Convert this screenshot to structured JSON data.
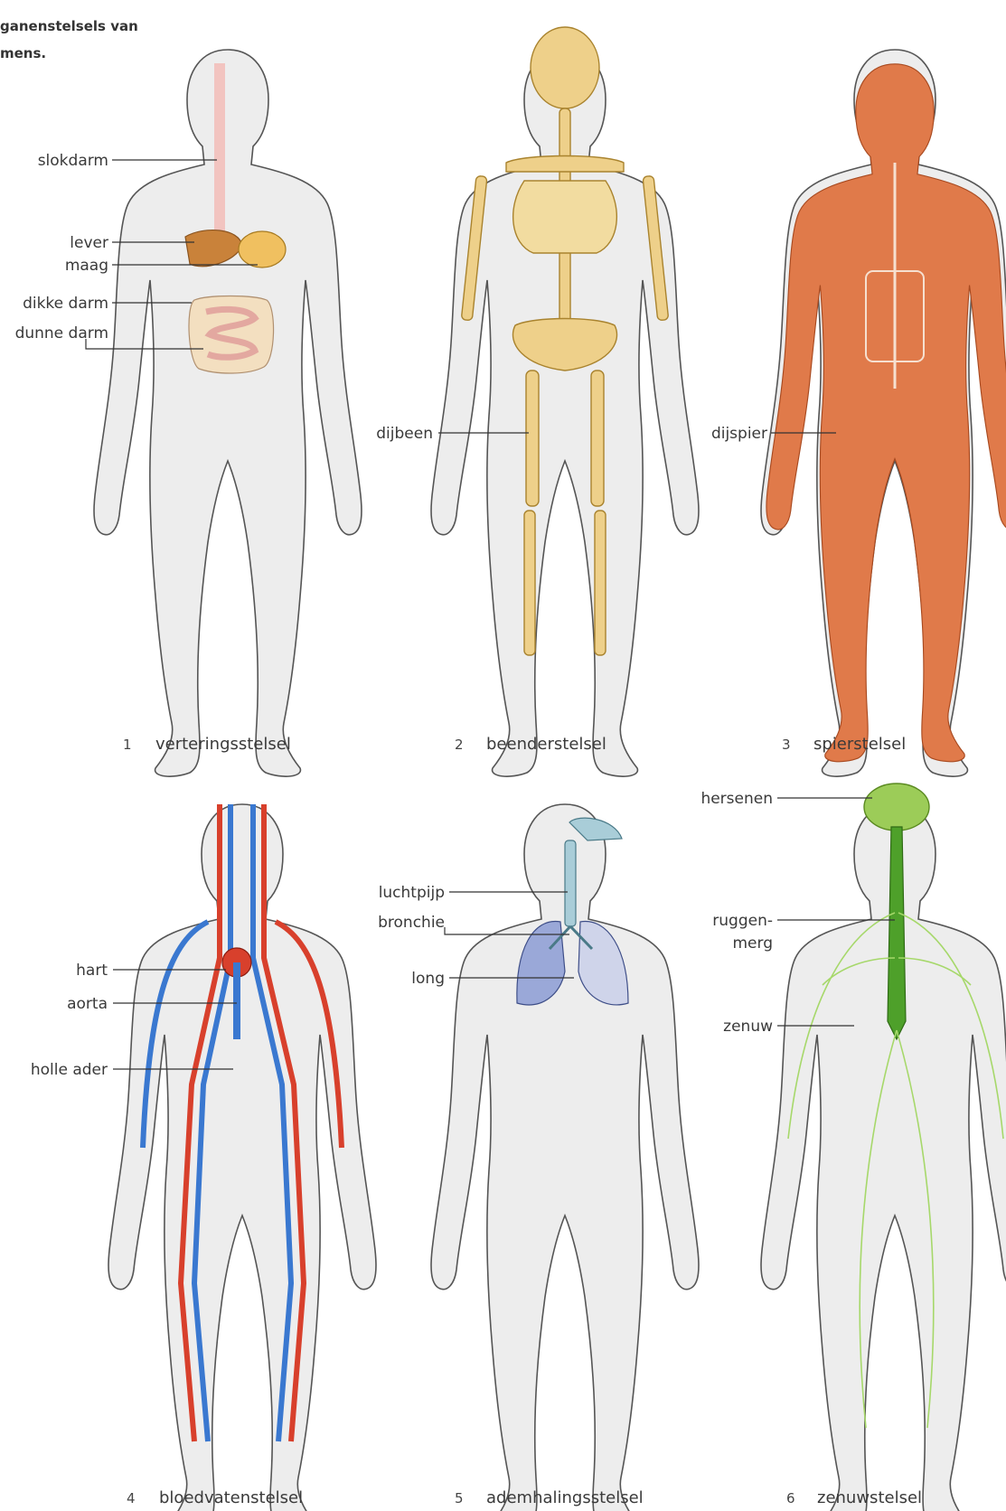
{
  "title": {
    "line1": "ganenstelsels van",
    "line2": "mens."
  },
  "panels": [
    {
      "number": "1",
      "caption": "verteringsstelsel",
      "labels": [
        "slokdarm",
        "lever",
        "maag",
        "dikke darm",
        "dunne darm"
      ]
    },
    {
      "number": "2",
      "caption": "beenderstelsel",
      "labels": [
        "dijbeen"
      ]
    },
    {
      "number": "3",
      "caption": "spierstelsel",
      "labels": [
        "dijspier"
      ]
    },
    {
      "number": "4",
      "caption": "bloedvatenstelsel",
      "labels": [
        "hart",
        "aorta",
        "holle ader"
      ]
    },
    {
      "number": "5",
      "caption": "ademhalingsstelsel",
      "labels": [
        "luchtpijp",
        "bronchie",
        "long"
      ]
    },
    {
      "number": "6",
      "caption": "zenuwstelsel",
      "labels": [
        "hersenen",
        "ruggen-",
        "merg",
        "zenuw"
      ]
    }
  ],
  "colors": {
    "body_fill": "#ededed",
    "organ_pink": "#f2c4c0",
    "liver": "#c9823a",
    "stomach": "#f0c060",
    "intestine": "#f3dfc0",
    "bone": "#eed08a",
    "muscle": "#e07a4a",
    "artery": "#d8402c",
    "vein": "#3a78d0",
    "lung": "#9aa8d8",
    "airway": "#a9cdd8",
    "nerve": "#a6d86a",
    "brain": "#9ccc58"
  }
}
